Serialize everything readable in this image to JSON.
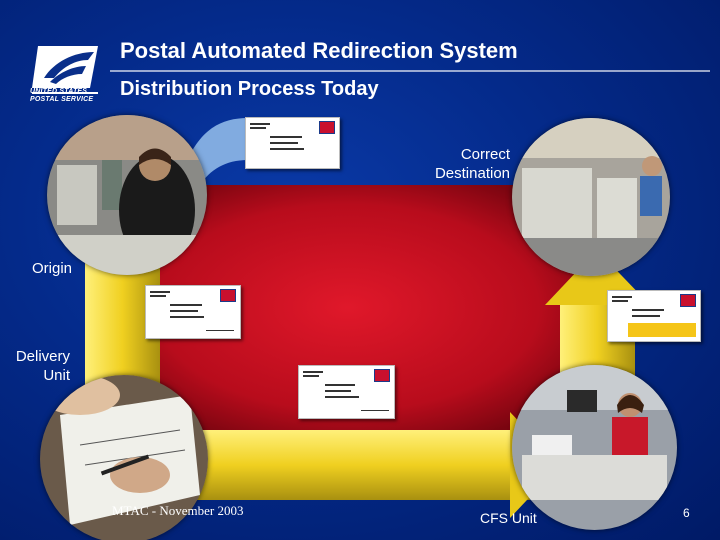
{
  "header": {
    "title": "Postal Automated Redirection System",
    "subtitle": "Distribution Process Today"
  },
  "logo": {
    "text_line1": "UNITED STATES",
    "text_line2": "POSTAL SERVICE"
  },
  "labels": {
    "correct_destination_1": "Correct",
    "correct_destination_2": "Destination",
    "origin": "Origin",
    "delivery_unit_1": "Delivery",
    "delivery_unit_2": "Unit",
    "cfs_unit": "CFS Unit"
  },
  "footer": {
    "event": "MTAC -  November 2003",
    "page_number": "6"
  },
  "colors": {
    "background": "#042a8a",
    "center_red": "#c41020",
    "arrow_yellow": "#f0d020",
    "arrow_yellow_dark": "#b8a010"
  }
}
